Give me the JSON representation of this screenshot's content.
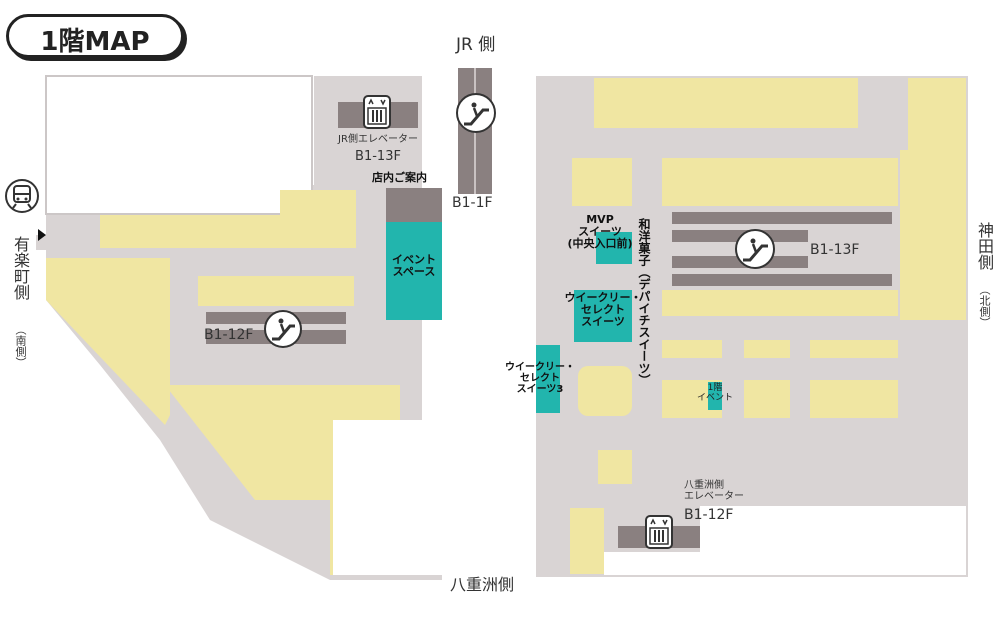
{
  "header": {
    "title": "1階MAP"
  },
  "directions": {
    "jr_side": "JR 側",
    "yaesu_side": "八重洲側",
    "yurakucho_side": "有楽町側",
    "south_side": "（南側）",
    "kanda_side": "神田側",
    "north_side": "（北側）"
  },
  "west_section": {
    "jr_elevator": {
      "name": "JR側エレベーター",
      "floors": "B1-13F"
    },
    "information": "店内ご案内",
    "event_space": "イベント\nスペース",
    "escalator_floors": "B1-12F"
  },
  "corridor": {
    "escalator_floors": "B1-1F"
  },
  "east_section": {
    "mvp_sweets": "MVP\nスイーツ\n(中央入口前)",
    "weekly_select": "ウイークリー・\nセレクト\nスイーツ",
    "weekly_select_3": "ウイークリー・\nセレクト\nスイーツ3",
    "wagashi": "和洋菓子（デパイチスイーツ）",
    "first_floor_event": "1階\nイベント",
    "escalator_floors": "B1-13F",
    "yaesu_elevator": {
      "name": "八重洲側\nエレベーター",
      "floors": "B1-12F"
    }
  },
  "colors": {
    "shop": "#f0e6a2",
    "corridor": "#d9d4d4",
    "wall": "#ccc7c7",
    "escalator": "#8a8080",
    "highlight": "#22b5ad",
    "icon": "#333333"
  }
}
